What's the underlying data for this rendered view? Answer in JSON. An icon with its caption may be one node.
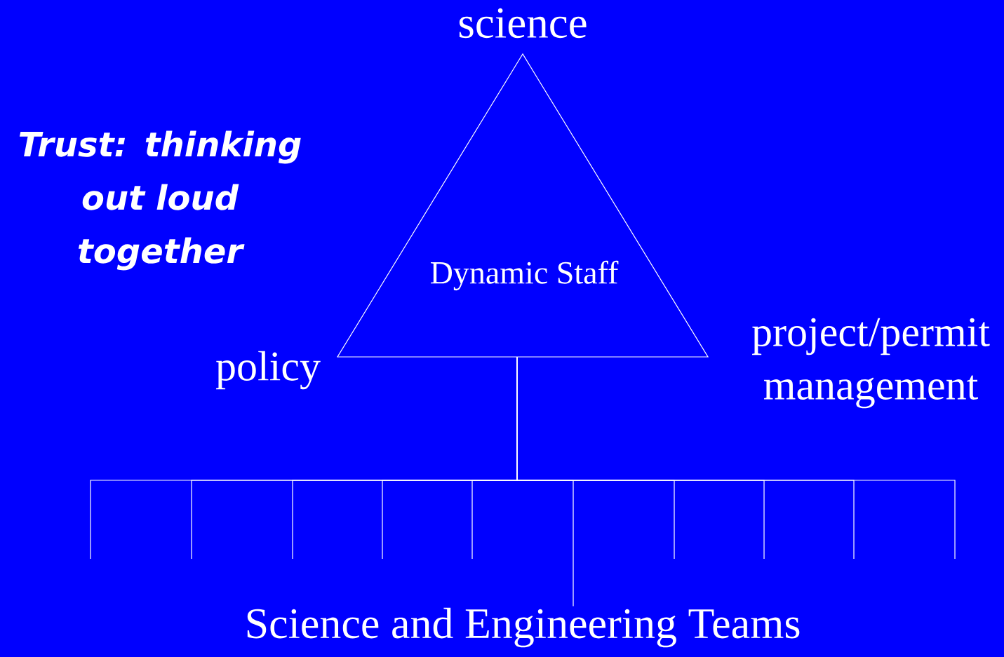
{
  "diagram": {
    "nodes": [
      {
        "text": [
          "Dynamic Staff"
        ]
      },
      {
        "text": [
          "Science and Engineering Teams"
        ]
      }
    ],
    "edges": [
      {
        "from": 0,
        "to": null,
        "arrow": "none"
      },
      {
        "from": 0,
        "to": null,
        "arrow": "none"
      },
      {
        "from": 0,
        "to": null,
        "arrow": "none"
      },
      {
        "from": 0,
        "to": null,
        "arrow": "none"
      },
      {
        "from": 0,
        "to": null,
        "arrow": "none"
      },
      {
        "from": 0,
        "to": 1,
        "arrow": "none"
      },
      {
        "from": 0,
        "to": null,
        "arrow": "none"
      },
      {
        "from": 0,
        "to": null,
        "arrow": "none"
      },
      {
        "from": 0,
        "to": null,
        "arrow": "none"
      },
      {
        "from": 0,
        "to": null,
        "arrow": "none"
      }
    ],
    "labels": [
      "science",
      "Trust: thinking out loud together",
      "policy",
      "project/permit management"
    ]
  }
}
